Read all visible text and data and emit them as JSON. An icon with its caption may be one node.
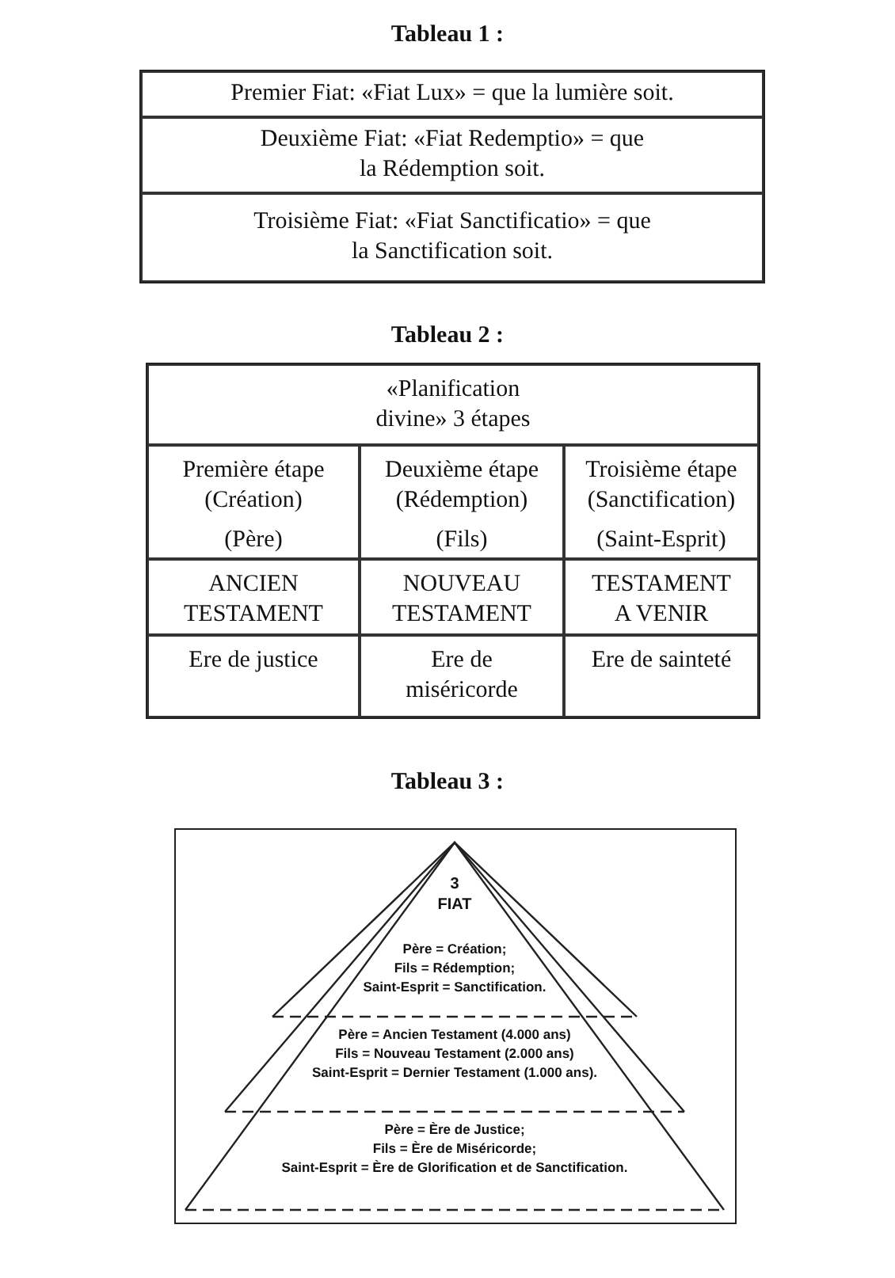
{
  "diagram": {
    "nodes": [
      {
        "text": [
          "Père = Ère de Justice;",
          "Fils = Ère de Miséricorde;",
          "Saint-Esprit = Ère de Glorification et de Sanctification."
        ]
      },
      {
        "text": [
          "Père = Ancien Testament (4.000 ans)",
          "Fils = Nouveau Testament (2.000 ans)",
          "Saint-Esprit = Dernier Testament (1.000 ans)."
        ],
        "in": 0
      },
      {
        "text": [
          "3",
          "FIAT",
          "Père = Création;",
          "Fils = Rédemption;",
          "Saint-Esprit = Sanctification."
        ],
        "in": 1
      }
    ],
    "labels": [
      "Tableau 1 :",
      "Premier Fiat: «Fiat Lux» = que la lumière soit.",
      "Deuxième Fiat: «Fiat Redemptio» = que la Rédemption soit.",
      "Troisième Fiat: «Fiat Sanctificatio» = que la Sanctification soit.",
      "Tableau 2 :",
      "«Planification divine» 3 étapes",
      "Première étape (Création)",
      "Deuxième étape (Rédemption)",
      "Troisième étape (Sanctification)",
      "(Père)",
      "(Fils)",
      "(Saint-Esprit)",
      "ANCIEN TESTAMENT",
      "NOUVEAU TESTAMENT",
      "TESTAMENT A VENIR",
      "Ere de justice",
      "Ere de miséricorde",
      "Ere de sainteté",
      "Tableau 3 :"
    ]
  }
}
